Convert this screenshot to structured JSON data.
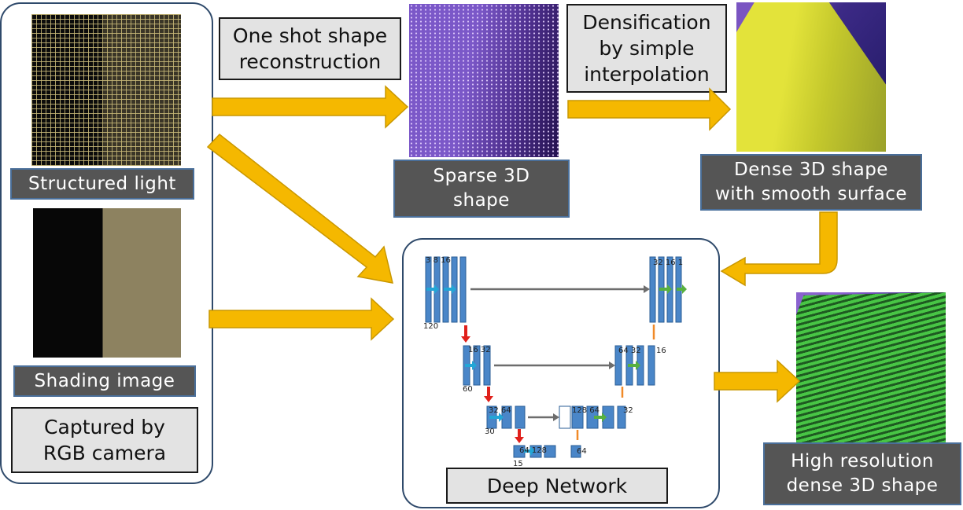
{
  "labels": {
    "structured_light": "Structured light",
    "shading_image": "Shading image",
    "captured_by": "Captured by\nRGB camera",
    "one_shot": "One shot shape\nreconstruction",
    "sparse_shape": "Sparse 3D\nshape",
    "densification": "Densification\nby simple\ninterpolation",
    "dense_shape": "Dense 3D shape\nwith smooth surface",
    "deep_network": "Deep Network",
    "high_res": "High resolution\ndense 3D shape"
  },
  "unet_numbers": {
    "enc1_top": "3 8 16",
    "enc1_bottom": "120",
    "dec1_top": "32 16 1",
    "enc2_top": "16 32",
    "enc2_bottom": "60",
    "dec2_top": "64 32",
    "dec2_right": "16",
    "enc3_top": "32 64",
    "enc3_bottom": "30",
    "dec3_top": "128 64",
    "dec3_right": "32",
    "bottleneck_top": "64 128",
    "bottleneck_right": "64",
    "bottleneck_bottom": "15"
  },
  "colors": {
    "arrow": "#f5b800",
    "arrow_stroke": "#c99700",
    "block": "#4a86c8",
    "block_edge": "#2a5d96",
    "skip": "#6d6d6d",
    "down": "#e0201b",
    "up": "#f08a28",
    "conv": "#23a6d6",
    "merge": "#57b03f"
  }
}
